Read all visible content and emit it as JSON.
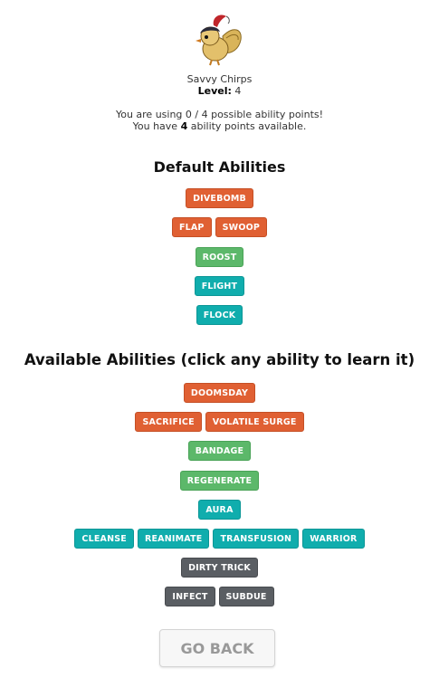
{
  "pet": {
    "avatar_icon": "bird-pirate-pet-icon",
    "name": "Savvy Chirps",
    "level_label": "Level:",
    "level_value": "4"
  },
  "points": {
    "line1": "You are using 0 / 4 possible ability points!",
    "line2_pre": "You have ",
    "line2_value": "4",
    "line2_post": " ability points available."
  },
  "default_heading": "Default Abilities",
  "default_rows": [
    [
      {
        "label": "DIVEBOMB",
        "color": "orange"
      }
    ],
    [
      {
        "label": "FLAP",
        "color": "orange"
      },
      {
        "label": "SWOOP",
        "color": "orange"
      }
    ],
    [
      {
        "label": "ROOST",
        "color": "green"
      }
    ],
    [
      {
        "label": "FLIGHT",
        "color": "teal"
      }
    ],
    [
      {
        "label": "FLOCK",
        "color": "teal"
      }
    ]
  ],
  "available_heading": "Available Abilities (click any ability to learn it)",
  "available_rows": [
    [
      {
        "label": "DOOMSDAY",
        "color": "orange"
      }
    ],
    [
      {
        "label": "SACRIFICE",
        "color": "orange"
      },
      {
        "label": "VOLATILE SURGE",
        "color": "orange"
      }
    ],
    [
      {
        "label": "BANDAGE",
        "color": "green"
      }
    ],
    [
      {
        "label": "REGENERATE",
        "color": "green"
      }
    ],
    [
      {
        "label": "AURA",
        "color": "teal"
      }
    ],
    [
      {
        "label": "CLEANSE",
        "color": "teal"
      },
      {
        "label": "REANIMATE",
        "color": "teal"
      },
      {
        "label": "TRANSFUSION",
        "color": "teal"
      },
      {
        "label": "WARRIOR",
        "color": "teal"
      }
    ],
    [
      {
        "label": "DIRTY TRICK",
        "color": "gray"
      }
    ],
    [
      {
        "label": "INFECT",
        "color": "gray"
      },
      {
        "label": "SUBDUE",
        "color": "gray"
      }
    ]
  ],
  "colors": {
    "orange": "#e06033",
    "green": "#5cb86a",
    "teal": "#10adad",
    "gray": "#5a5e63"
  },
  "go_back_label": "GO BACK"
}
